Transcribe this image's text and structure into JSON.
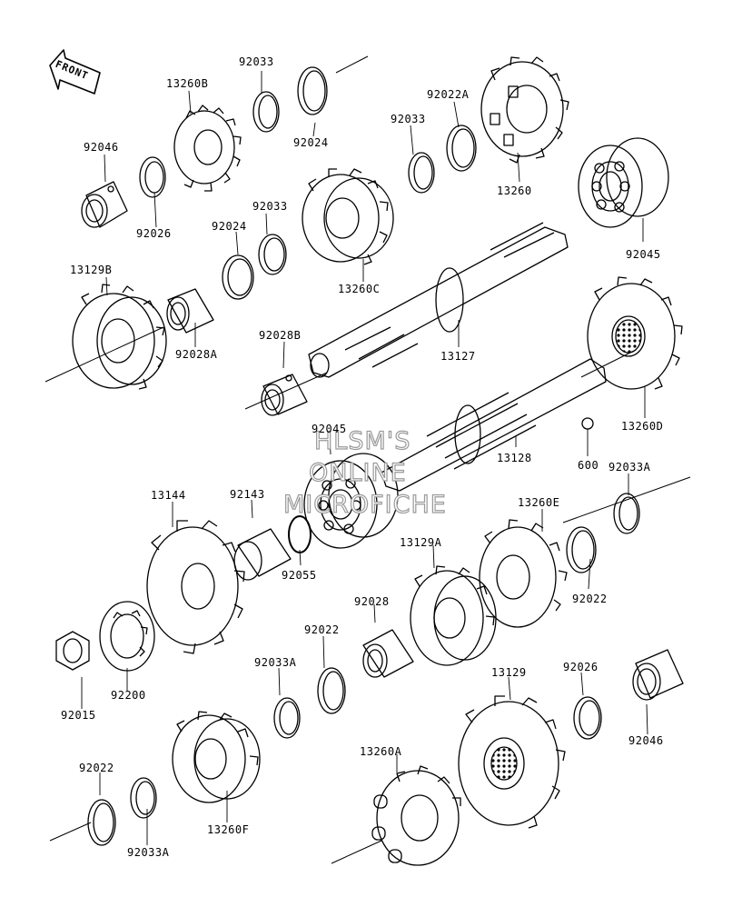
{
  "front_label": "FRONT",
  "watermark": {
    "line1": "HLSM'S",
    "line2": "ONLINE",
    "line3": "MICROFICHE"
  },
  "labels": {
    "l_92033_a": "92033",
    "l_92024_a": "92024",
    "l_13260b": "13260B",
    "l_92022a_a": "92022A",
    "l_92033_b": "92033",
    "l_13260": "13260",
    "l_92046_a": "92046",
    "l_92026_a": "92026",
    "l_92033_c": "92033",
    "l_92024_b": "92024",
    "l_13260c": "13260C",
    "l_92045_a": "92045",
    "l_13129b": "13129B",
    "l_92028a": "92028A",
    "l_92028b": "92028B",
    "l_13127": "13127",
    "l_13260d": "13260D",
    "l_92045_b": "92045",
    "l_13128": "13128",
    "l_600": "600",
    "l_92033a_a": "92033A",
    "l_13144": "13144",
    "l_92143": "92143",
    "l_92055": "92055",
    "l_13260e": "13260E",
    "l_13129a": "13129A",
    "l_92022_a": "92022",
    "l_92028": "92028",
    "l_92022_b": "92022",
    "l_92015": "92015",
    "l_92200": "92200",
    "l_92033a_b": "92033A",
    "l_13129": "13129",
    "l_92026_b": "92026",
    "l_92046_b": "92046",
    "l_92022_c": "92022",
    "l_92033a_c": "92033A",
    "l_13260f": "13260F",
    "l_13260a": "13260A"
  }
}
